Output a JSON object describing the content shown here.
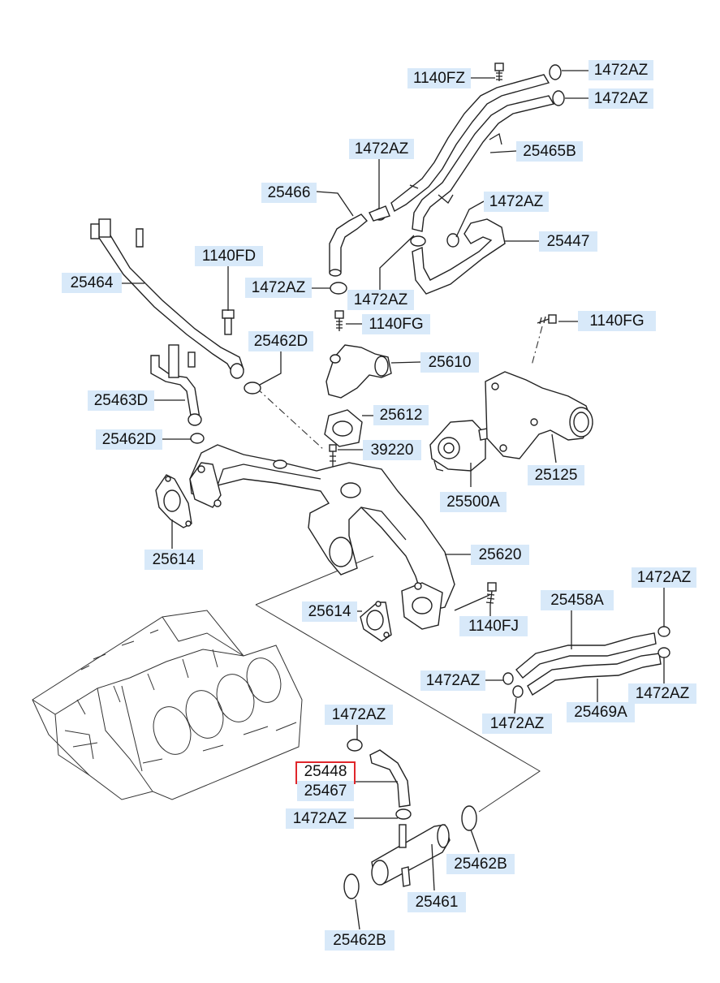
{
  "labels": {
    "l1140FZ": "1140FZ",
    "l1472AZ_a": "1472AZ",
    "l1472AZ_b": "1472AZ",
    "l1472AZ_c": "1472AZ",
    "l25465B": "25465B",
    "l25466": "25466",
    "l1472AZ_d": "1472AZ",
    "l25447": "25447",
    "l25464": "25464",
    "l1140FD": "1140FD",
    "l1472AZ_e": "1472AZ",
    "l1472AZ_f": "1472AZ",
    "l1140FG_a": "1140FG",
    "l1140FG_b": "1140FG",
    "l25462D_a": "25462D",
    "l25610": "25610",
    "l25463D": "25463D",
    "l25612": "25612",
    "l25462D_b": "25462D",
    "l39220": "39220",
    "l25500A": "25500A",
    "l25125": "25125",
    "l25614_a": "25614",
    "l25620": "25620",
    "l25614_b": "25614",
    "l1140FJ": "1140FJ",
    "l25458A": "25458A",
    "l1472AZ_g": "1472AZ",
    "l1472AZ_h": "1472AZ",
    "l1472AZ_i": "1472AZ",
    "l1472AZ_j": "1472AZ",
    "l25469A": "25469A",
    "l1472AZ_k": "1472AZ",
    "l25448": "25448",
    "l25467": "25467",
    "l1472AZ_l": "1472AZ",
    "l25462B_a": "25462B",
    "l25461": "25461",
    "l25462B_b": "25462B"
  },
  "highlight_color": "#e0262b",
  "label_bg_color": "#d8e9f9"
}
